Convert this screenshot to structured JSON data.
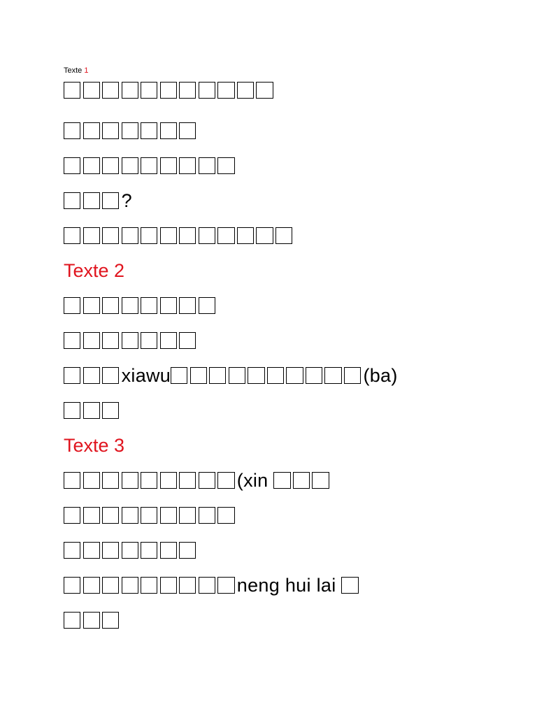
{
  "document": {
    "text1_label": "Texte",
    "text1_number": "1",
    "text1_lines": [
      "□□□□□□□□□□□",
      "□□□□□□□",
      "□□□□□□□□□",
      "□□□?",
      "□□□□□□□□□□□□"
    ],
    "text2_heading": "Texte 2",
    "text2_lines": [
      "□□□□□□□□",
      "□□□□□□□",
      "□□□xiawu□□□□□□□□□□(ba)",
      "□□□"
    ],
    "text3_heading": "Texte 3",
    "text3_lines": [
      "□□□□□□□□□(xin □□□",
      "□□□□□□□□□",
      "□□□□□□□",
      "□□□□□□□□□neng hui lai □",
      "□□□"
    ]
  }
}
